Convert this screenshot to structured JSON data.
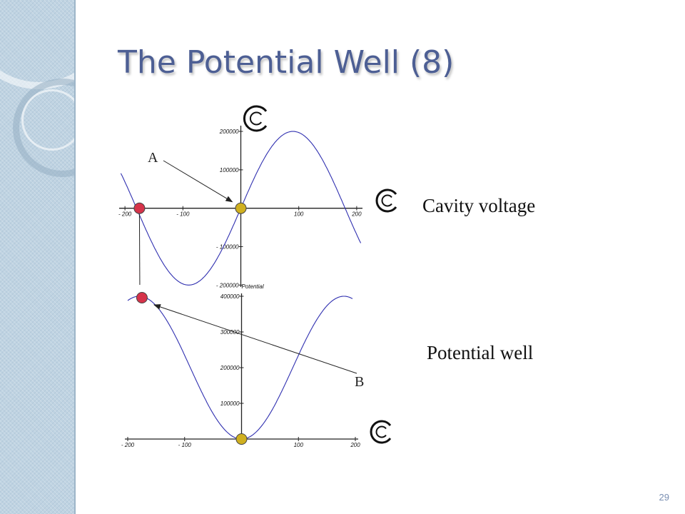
{
  "slide": {
    "title": "The Potential Well (8)",
    "number": "29",
    "accent_color": "#4d5f94"
  },
  "labels": {
    "cavity": "Cavity voltage",
    "well": "Potential well",
    "marker_a": "A",
    "marker_b": "B"
  },
  "chart_data": [
    {
      "type": "line",
      "ylabel": "",
      "xlabel": "",
      "xlim": [
        -210,
        210
      ],
      "ylim": [
        -205000,
        215000
      ],
      "x_ticks": [
        -200,
        -100,
        100,
        200
      ],
      "y_ticks": [
        -200000,
        -100000,
        100000,
        200000
      ],
      "x_tick_labels": [
        "- 200",
        "- 100",
        "100",
        "200"
      ],
      "y_tick_labels": [
        "- 200000",
        "- 100000",
        "100000",
        "200000"
      ],
      "series": [
        {
          "function": "sine",
          "amplitude": 200000,
          "period": 360,
          "phase_deg": 0,
          "x_range": [
            -207,
            207
          ],
          "color": "#3030b0"
        }
      ],
      "points": [
        {
          "x": -175,
          "y": 0,
          "color": "#d6334a"
        },
        {
          "x": 0,
          "y": 0,
          "color": "#d0b020"
        }
      ]
    },
    {
      "type": "line",
      "ylabel": "Potential",
      "xlabel": "",
      "xlim": [
        -205,
        205
      ],
      "ylim": [
        0,
        408000
      ],
      "x_ticks": [
        -200,
        -100,
        100,
        200
      ],
      "y_ticks": [
        100000,
        200000,
        300000,
        400000
      ],
      "x_tick_labels": [
        "- 200",
        "- 100",
        "100",
        "200"
      ],
      "y_tick_labels": [
        "100000",
        "200000",
        "300000",
        "400000"
      ],
      "series": [
        {
          "function": "one_minus_cosine",
          "amplitude": 200000,
          "period": 360,
          "x_range": [
            -200,
            195
          ],
          "color": "#3030b0"
        }
      ],
      "points": [
        {
          "x": -175,
          "y": 396000,
          "color": "#d6334a"
        },
        {
          "x": 0,
          "y": 0,
          "color": "#d0b020"
        }
      ]
    }
  ]
}
